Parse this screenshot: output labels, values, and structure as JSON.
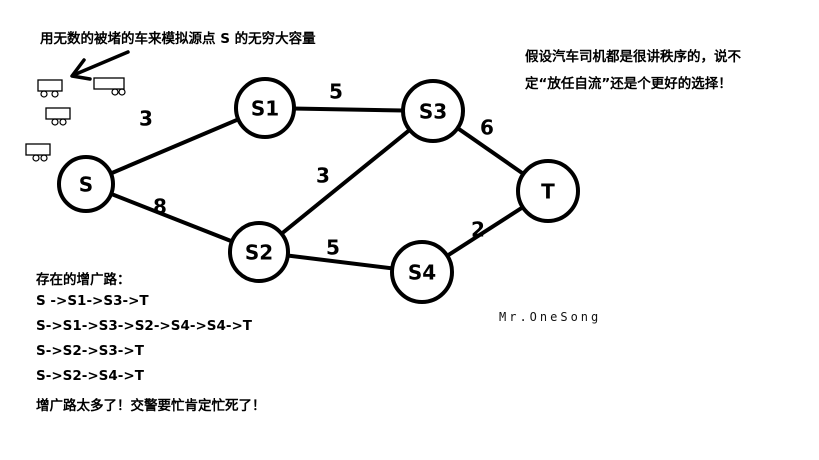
{
  "annotations": {
    "top_left": "用无数的被堵的车来模拟源点 S 的无穷大容量",
    "top_right_line1": "假设汽车司机都是很讲秩序的，说不",
    "top_right_line2": "定“放任自流”还是个更好的选择！"
  },
  "nodes": [
    {
      "id": "S",
      "label": "S"
    },
    {
      "id": "S1",
      "label": "S1"
    },
    {
      "id": "S2",
      "label": "S2"
    },
    {
      "id": "S3",
      "label": "S3"
    },
    {
      "id": "S4",
      "label": "S4"
    },
    {
      "id": "T",
      "label": "T"
    }
  ],
  "edges": [
    {
      "from": "S",
      "to": "S1",
      "capacity": "3"
    },
    {
      "from": "S",
      "to": "S2",
      "capacity": "8"
    },
    {
      "from": "S1",
      "to": "S3",
      "capacity": "5"
    },
    {
      "from": "S2",
      "to": "S3",
      "capacity": "3"
    },
    {
      "from": "S2",
      "to": "S4",
      "capacity": "5"
    },
    {
      "from": "S3",
      "to": "T",
      "capacity": "6"
    },
    {
      "from": "S4",
      "to": "T",
      "capacity": "2"
    }
  ],
  "augmenting_paths": {
    "heading": "存在的增广路：",
    "paths": [
      "S ->S1->S3->T",
      "S->S1->S3->S2->S4->S4->T",
      "S->S2->S3->T",
      "S->S2->S4->T"
    ],
    "conclusion": "增广路太多了！交警要忙肯定忙死了！"
  },
  "signature": "Mr.OneSong"
}
